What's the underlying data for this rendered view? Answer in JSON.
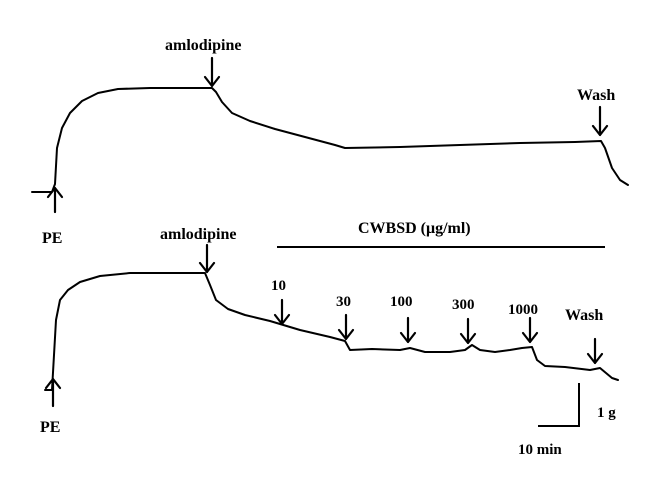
{
  "chart_data": {
    "type": "line",
    "title": "",
    "xlabel": "",
    "ylabel": "",
    "grid": false,
    "legend": "none",
    "colors": {
      "trace": "#000000",
      "background": "#ffffff"
    },
    "scale_bar": {
      "time_label": "10 min",
      "time_value_min": 10,
      "tension_label": "1 g",
      "tension_value_g": 1
    },
    "panels": [
      {
        "id": "top",
        "annotations": [
          {
            "label": "PE",
            "marker": "arrow-up"
          },
          {
            "label": "amlodipine",
            "marker": "arrow-down"
          },
          {
            "label": "Wash",
            "marker": "arrow-down"
          }
        ]
      },
      {
        "id": "bottom",
        "group_label": "CWBSD (μg/ml)",
        "annotations": [
          {
            "label": "PE",
            "marker": "arrow-up"
          },
          {
            "label": "amlodipine",
            "marker": "arrow-down"
          },
          {
            "label": "10",
            "marker": "arrow-down"
          },
          {
            "label": "30",
            "marker": "arrow-down"
          },
          {
            "label": "100",
            "marker": "arrow-down"
          },
          {
            "label": "300",
            "marker": "arrow-down"
          },
          {
            "label": "1000",
            "marker": "arrow-down"
          },
          {
            "label": "Wash",
            "marker": "arrow-down"
          }
        ]
      }
    ]
  }
}
